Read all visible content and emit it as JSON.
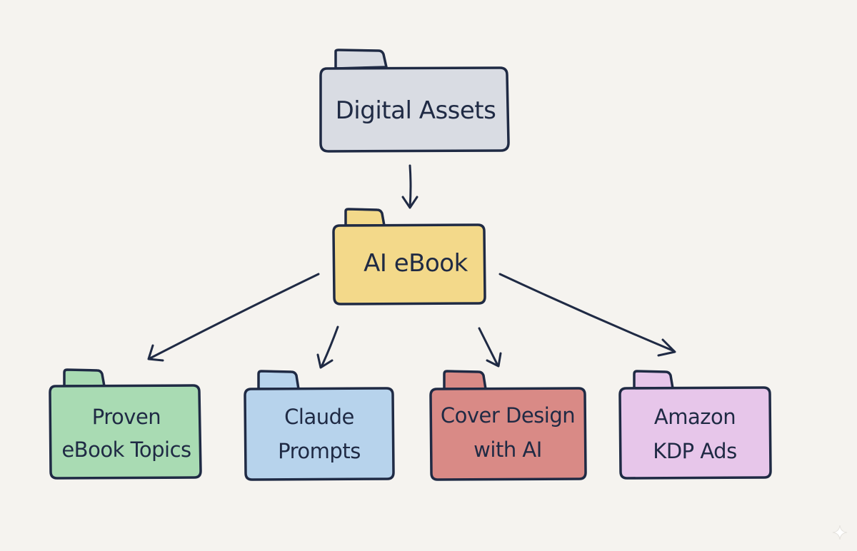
{
  "diagram": {
    "root": {
      "label": "Digital Assets",
      "color": "#d9dce3",
      "tab_color": "#d9dce3"
    },
    "hub": {
      "label": "AI eBook",
      "color": "#f3d98a",
      "tab_color": "#f3d98a"
    },
    "children": [
      {
        "lines": [
          "Proven",
          "eBook Topics"
        ],
        "color": "#a9dbb3",
        "tab_color": "#a9dbb3"
      },
      {
        "lines": [
          "Claude",
          "Prompts"
        ],
        "color": "#b7d3ec",
        "tab_color": "#b7d3ec"
      },
      {
        "lines": [
          "Cover Design",
          "with AI"
        ],
        "color": "#d98a86",
        "tab_color": "#d98a86"
      },
      {
        "lines": [
          "Amazon",
          "KDP Ads"
        ],
        "color": "#e7c6ea",
        "tab_color": "#e7c6ea"
      }
    ],
    "edges": [
      {
        "from": "root",
        "to": "hub"
      },
      {
        "from": "hub",
        "to": "child-0"
      },
      {
        "from": "hub",
        "to": "child-1"
      },
      {
        "from": "hub",
        "to": "child-2"
      },
      {
        "from": "hub",
        "to": "child-3"
      }
    ],
    "background_color": "#f5f3ef",
    "ink_color": "#1f2a44"
  }
}
